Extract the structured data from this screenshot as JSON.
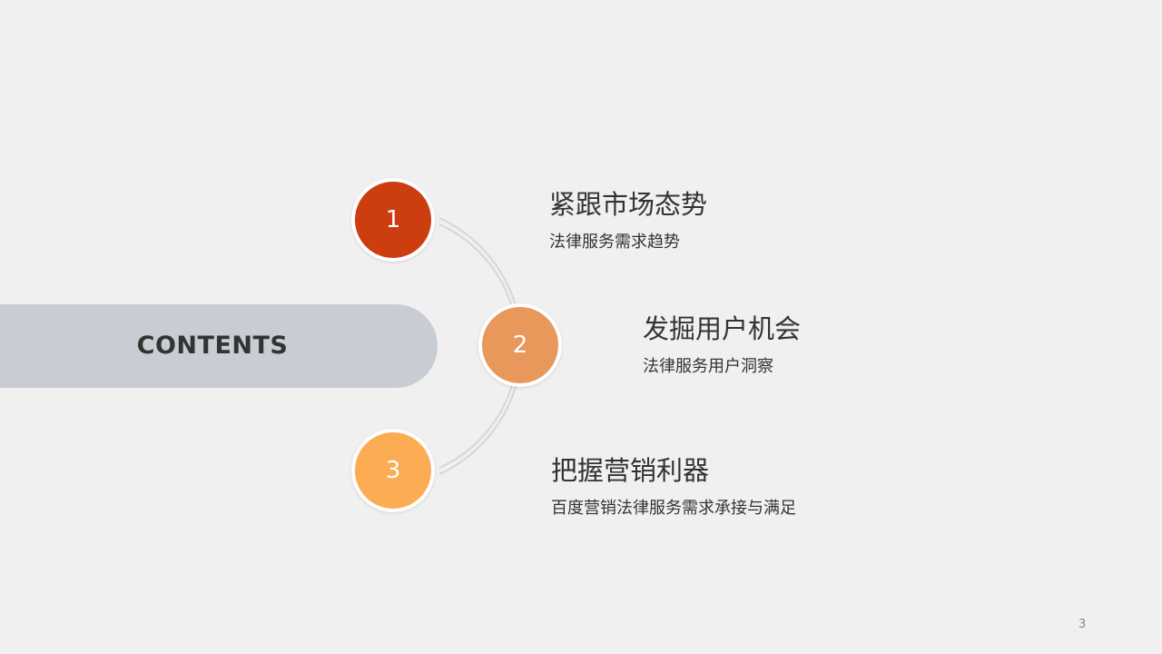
{
  "contents": {
    "label": "CONTENTS"
  },
  "items": [
    {
      "number": "1",
      "title": "紧跟市场态势",
      "subtitle": "法律服务需求趋势",
      "color": "#cc3d10"
    },
    {
      "number": "2",
      "title": "发掘用户机会",
      "subtitle": "法律服务用户洞察",
      "color": "#e8985a"
    },
    {
      "number": "3",
      "title": "把握营销利器",
      "subtitle": "百度营销法律服务需求承接与满足",
      "color": "#fcad54"
    }
  ],
  "page": {
    "number": "3"
  },
  "colors": {
    "background": "#f0f0f0",
    "banner": "#c8ccd3",
    "arc": "#d3d6dc"
  }
}
